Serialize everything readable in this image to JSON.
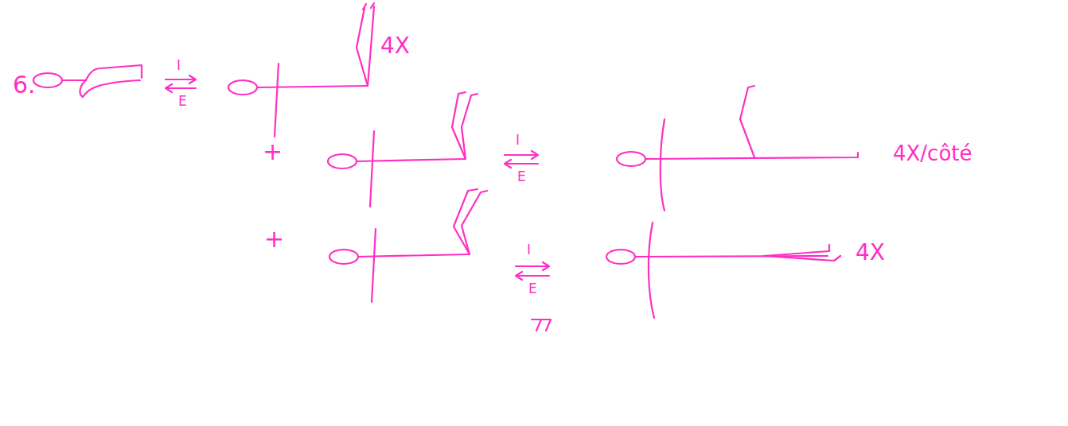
{
  "diagram": {
    "labels": [
      "6.",
      "I",
      "E",
      "4X",
      "+",
      "I",
      "E",
      "4X/côté",
      "+",
      "I",
      "E",
      "4X"
    ]
  }
}
